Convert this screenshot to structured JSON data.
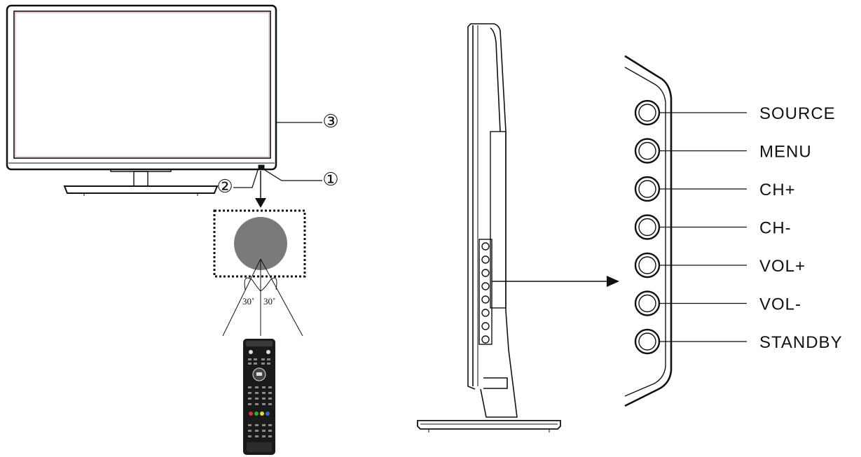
{
  "front_view": {
    "callouts": [
      "①",
      "②",
      "③"
    ],
    "angle_left": "30˚",
    "angle_right": "30˚"
  },
  "control_panel": {
    "buttons": [
      "SOURCE",
      "MENU",
      "CH+",
      "CH-",
      "VOL+",
      "VOL-",
      "STANDBY"
    ]
  }
}
